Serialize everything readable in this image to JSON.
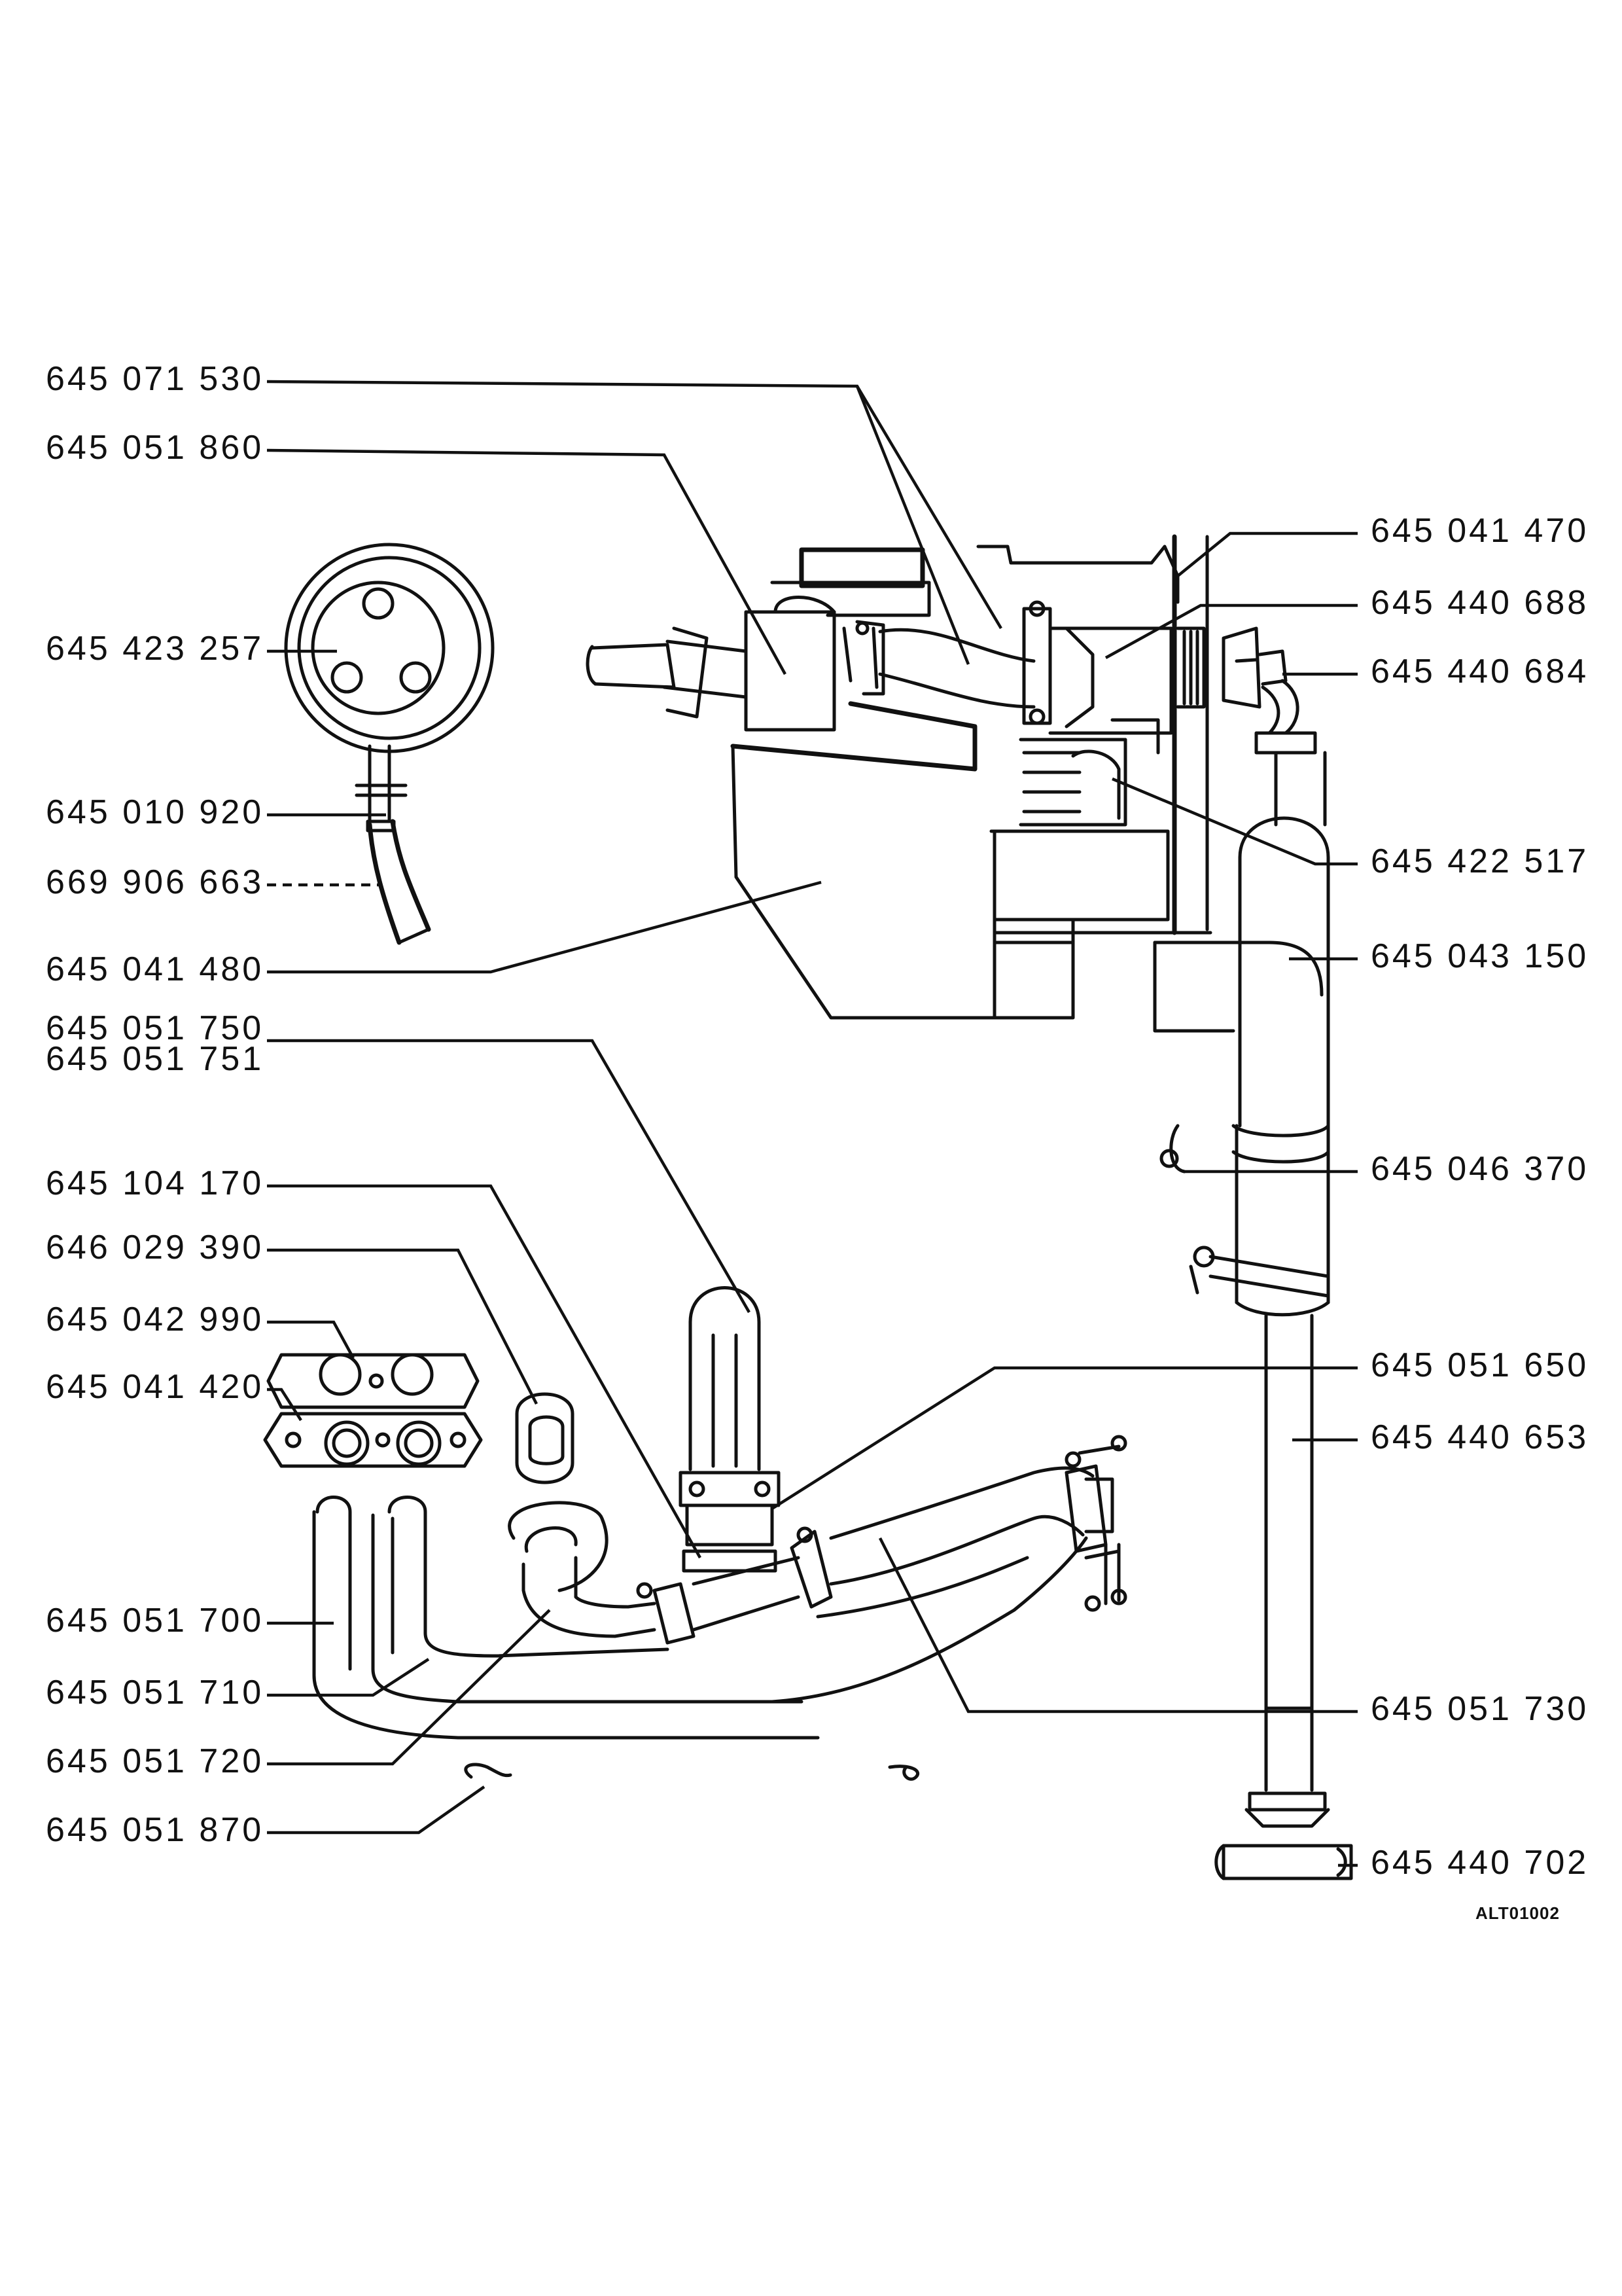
{
  "left_labels": [
    "645 071 530",
    "645 051 860",
    "645 423 257",
    "645 010 920",
    "669 906 663",
    "645 041 480",
    "645 051 750",
    "645 051 751",
    "645 104 170",
    "646 029 390",
    "645 042 990",
    "645 041 420",
    "645 051 700",
    "645 051 710",
    "645 051 720",
    "645 051 870"
  ],
  "right_labels": [
    "645 041 470",
    "645 440 688",
    "645 440 684",
    "645 422 517",
    "645 043 150",
    "645 046 370",
    "645 051 650",
    "645 440 653",
    "645 051 730",
    "645 440 702"
  ],
  "figure_code": "ALT01002"
}
